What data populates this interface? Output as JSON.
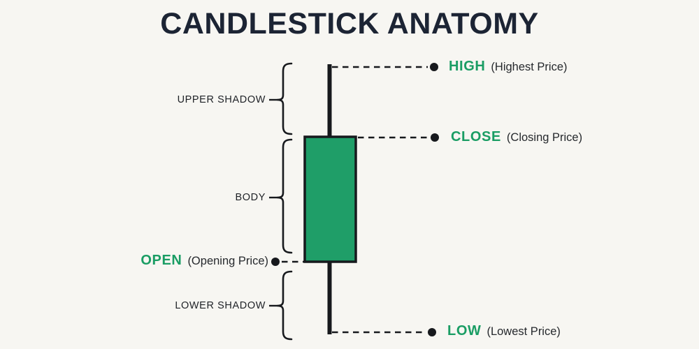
{
  "title": "CANDLESTICK ANATOMY",
  "labels": {
    "upper_shadow": "UPPER SHADOW",
    "body": "BODY",
    "lower_shadow": "LOWER SHADOW"
  },
  "annotations": {
    "high": {
      "term": "HIGH",
      "description": "(Highest Price)"
    },
    "close": {
      "term": "CLOSE",
      "description": "(Closing Price)"
    },
    "open": {
      "term": "OPEN",
      "description": "(Opening Price)"
    },
    "low": {
      "term": "LOW",
      "description": "(Lowest Price)"
    }
  },
  "colors": {
    "background": "#f7f6f2",
    "title": "#1c2434",
    "ink": "#17191d",
    "candle_green": "#1f9e68",
    "term_green": "#1a9d64",
    "label_text": "#1e2126",
    "description_text": "#26292d"
  }
}
